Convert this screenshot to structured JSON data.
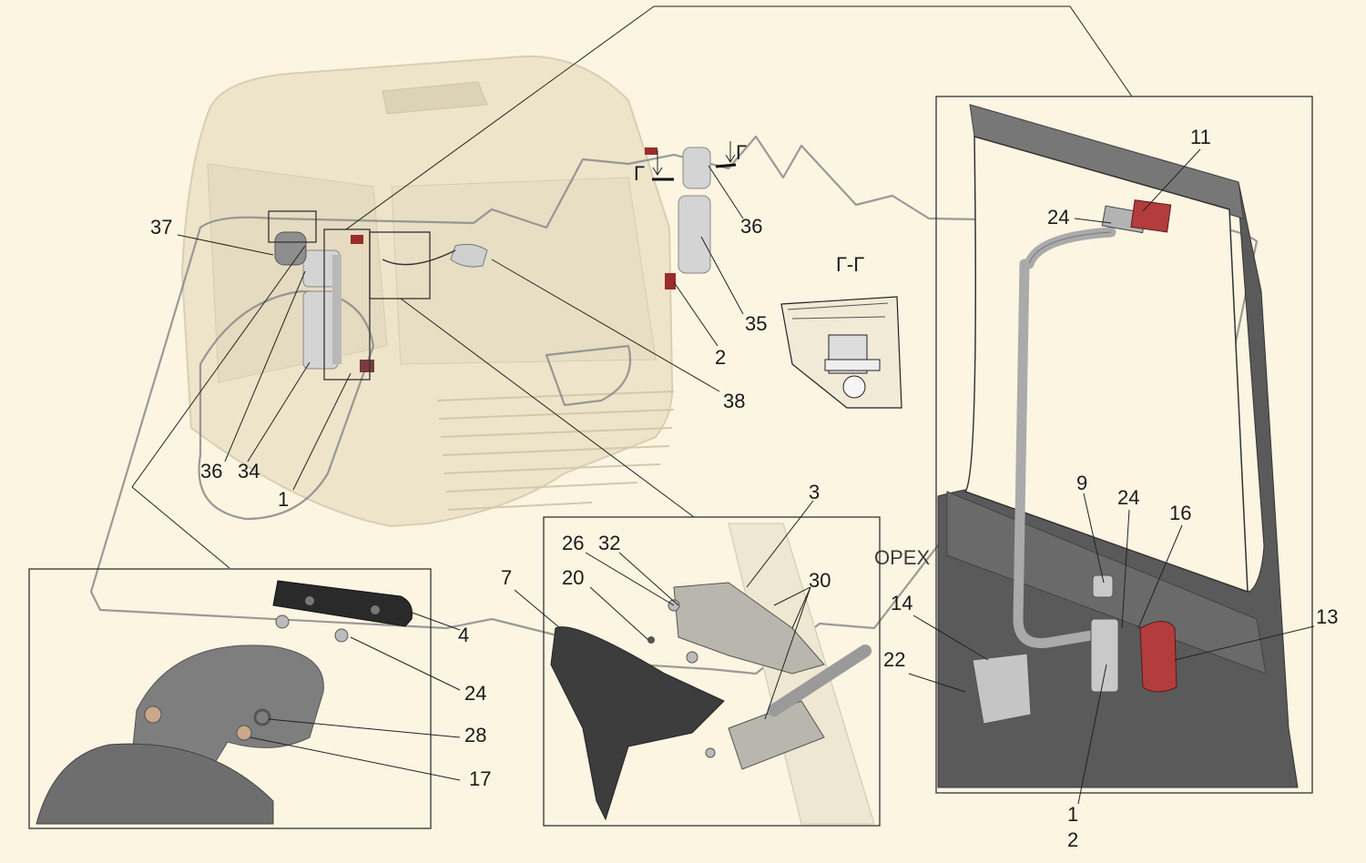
{
  "section_title": "Г-Г",
  "section_marks": [
    "Г",
    "Г"
  ],
  "watermark_text": "OPEX",
  "labels": {
    "l1": "1",
    "l1b": "1",
    "l2": "2",
    "l2b": "2",
    "l3": "3",
    "l4": "4",
    "l7": "7",
    "l9": "9",
    "l11": "11",
    "l13": "13",
    "l14": "14",
    "l16": "16",
    "l17": "17",
    "l20": "20",
    "l22": "22",
    "l24a": "24",
    "l24b": "24",
    "l24c": "24",
    "l26": "26",
    "l28": "28",
    "l30": "30",
    "l32": "32",
    "l34": "34",
    "l35": "35",
    "l36a": "36",
    "l36b": "36",
    "l37": "37",
    "l38": "38"
  },
  "colors": {
    "background": "#fbf5e2",
    "cab": "#ece3c9",
    "door_panel": "#545454",
    "part_red": "#9b2c2c",
    "mirror": "#cfcfcf"
  }
}
